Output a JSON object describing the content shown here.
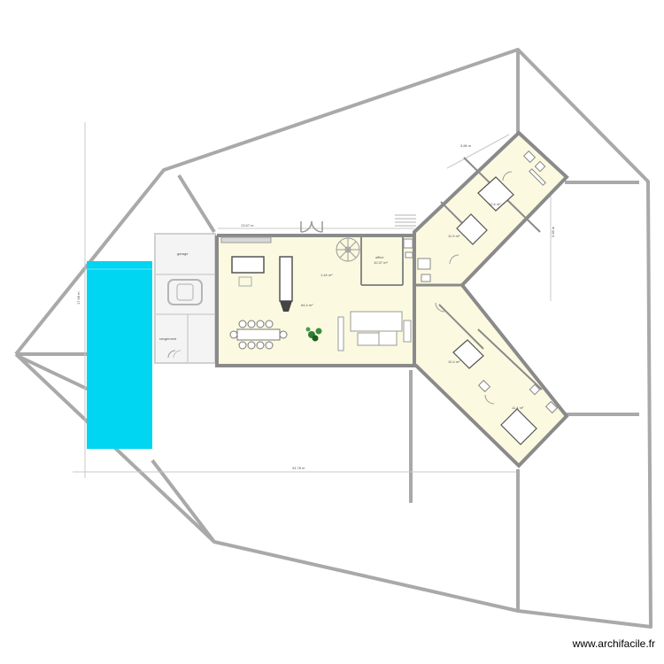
{
  "colors": {
    "wall": "#9a9a9a",
    "wall_dark": "#8a8a8a",
    "floor": "#fbf9e0",
    "pool": "#00d5f2",
    "outline": "#a9a9a9",
    "dimension": "#c8c8c8"
  },
  "labels": {
    "dim_width": "34.78 m",
    "dim_height": "17.68 m",
    "dim_top_room": "13.67 m",
    "dim_wing_top": "3.86 m",
    "dim_wing_right": "5.68 m",
    "room_office": "office",
    "room_office_area": "10.37 m²",
    "room_living": "64.4 m²",
    "room_bed1": "11.9 m²",
    "room_bed2": "12.6 m²",
    "room_bed3": "10.4 m²",
    "room_bed4": "11.4 m²",
    "room_garage": "garage",
    "room_storage": "rangement",
    "room_hall": "1.44 m²"
  },
  "watermark": "www.archifacile.fr"
}
